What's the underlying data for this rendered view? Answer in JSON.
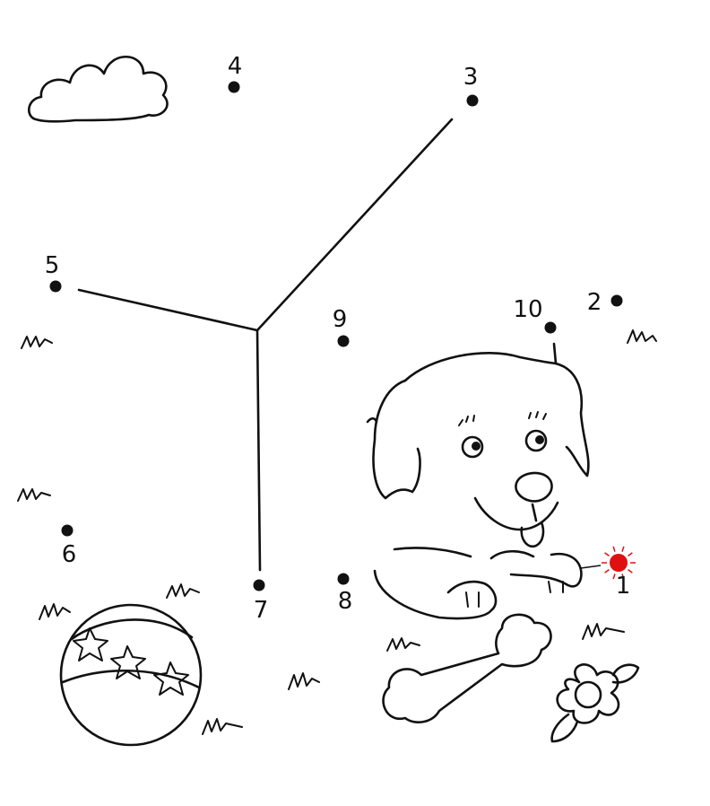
{
  "colors": {
    "ink": "#111111",
    "start_dot": "#e01010",
    "background": "#ffffff"
  },
  "puzzle": {
    "title": "",
    "start_number": "1",
    "dots": [
      {
        "label": "1",
        "start": true
      },
      {
        "label": "2",
        "start": false
      },
      {
        "label": "3",
        "start": false
      },
      {
        "label": "4",
        "start": false
      },
      {
        "label": "5",
        "start": false
      },
      {
        "label": "6",
        "start": false
      },
      {
        "label": "7",
        "start": false
      },
      {
        "label": "8",
        "start": false
      },
      {
        "label": "9",
        "start": false
      },
      {
        "label": "10",
        "start": false
      }
    ]
  },
  "illustration": {
    "icons": [
      "cloud-icon",
      "dog-icon",
      "ball-icon",
      "bone-icon",
      "flower-icon",
      "grass-icon"
    ]
  }
}
